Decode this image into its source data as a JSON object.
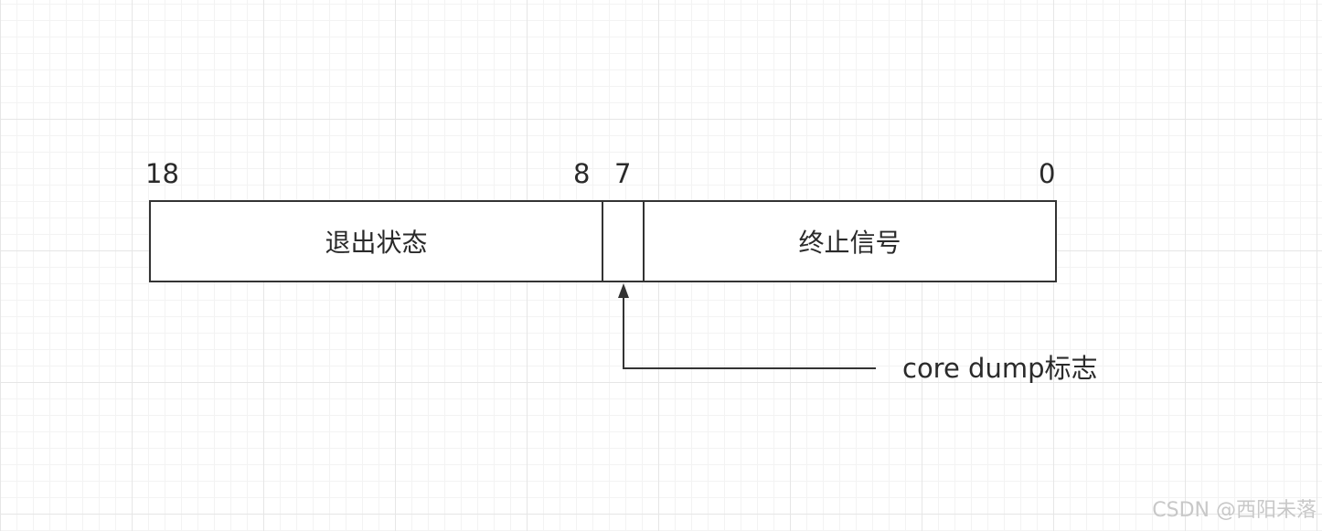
{
  "bit_labels": {
    "high": "18",
    "exit_low": "8",
    "core": "7",
    "low": "0"
  },
  "fields": {
    "exit_status": "退出状态",
    "core_dump": "",
    "term_signal": "终止信号"
  },
  "callout": {
    "label": "core dump标志"
  },
  "watermark": "CSDN @西阳未落"
}
